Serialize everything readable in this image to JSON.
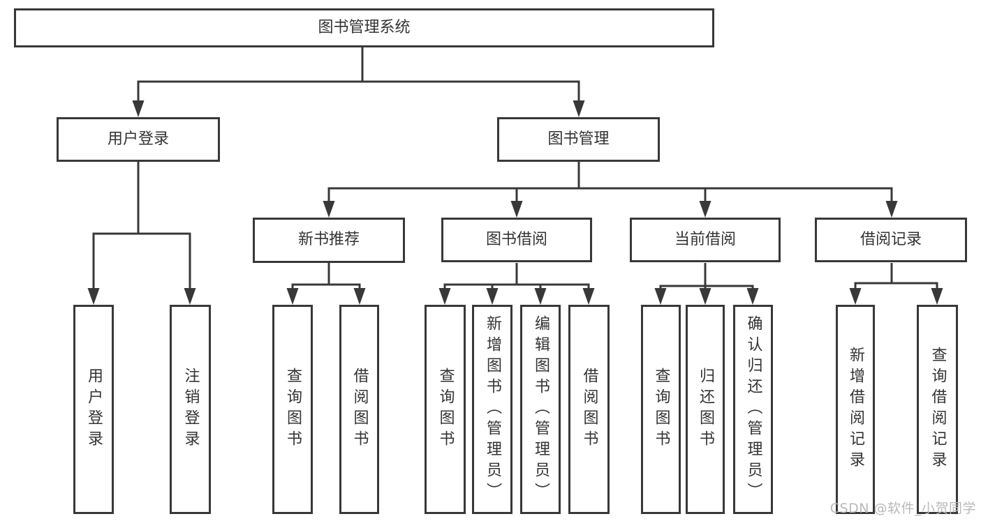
{
  "diagram": {
    "root": {
      "label": "图书管理系统"
    },
    "branches": [
      {
        "label": "用户登录",
        "children": [
          {
            "label": "用户登录"
          },
          {
            "label": "注销登录"
          }
        ]
      },
      {
        "label": "图书管理",
        "sections": [
          {
            "label": "新书推荐",
            "children": [
              {
                "label": "查询图书"
              },
              {
                "label": "借阅图书"
              }
            ]
          },
          {
            "label": "图书借阅",
            "children": [
              {
                "label": "查询图书"
              },
              {
                "label": "新增图书（管理员）"
              },
              {
                "label": "编辑图书（管理员）"
              },
              {
                "label": "借阅图书"
              }
            ]
          },
          {
            "label": "当前借阅",
            "children": [
              {
                "label": "查询图书"
              },
              {
                "label": "归还图书"
              },
              {
                "label": "确认归还（管理员）"
              }
            ]
          },
          {
            "label": "借阅记录",
            "children": [
              {
                "label": "新增借阅记录"
              },
              {
                "label": "查询借阅记录"
              }
            ]
          }
        ]
      }
    ]
  },
  "watermark": {
    "text": "CSDN @软件_小贺同学"
  },
  "colors": {
    "line": "#383838",
    "text": "#333333",
    "watermark": "#b9b9b9",
    "background": "#ffffff"
  }
}
